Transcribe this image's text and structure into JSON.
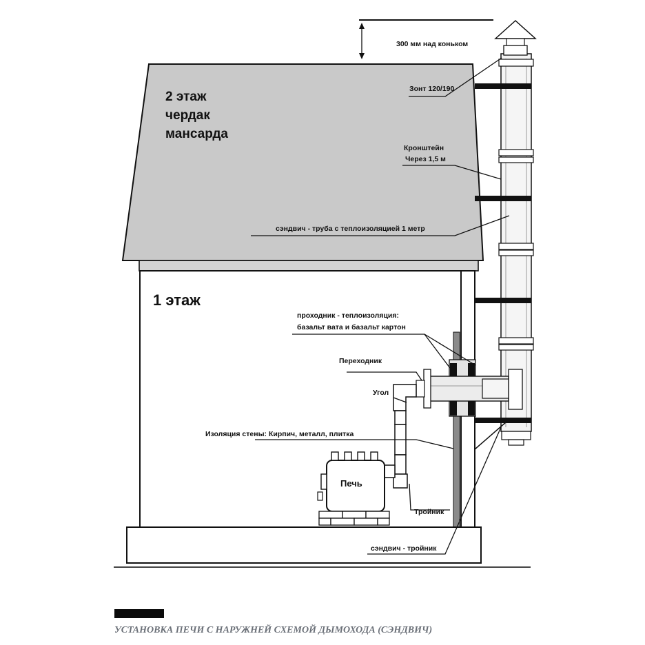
{
  "labels": {
    "floor2_line1": "2 этаж",
    "floor2_line2": "чердак",
    "floor2_line3": "мансарда",
    "floor1": "1 этаж",
    "above_ridge": "300 мм над коньком",
    "umbrella": "Зонт 120/190",
    "bracket_line1": "Кронштейн",
    "bracket_line2": "Через 1,5 м",
    "sandwich_pipe": "сэндвич - труба с теплоизоляцией 1 метр",
    "passage_line1": "проходник - теплоизоляция:",
    "passage_line2": "базальт вата и базальт картон",
    "adapter": "Переходник",
    "elbow": "Угол",
    "wall_insulation": "Изоляция стены: Кирпич, металл, плитка",
    "stove": "Печь",
    "tee": "Тройник",
    "sandwich_tee": "сэндвич - тройник"
  },
  "caption": "УСТАНОВКА ПЕЧИ С НАРУЖНЕЙ СХЕМОЙ ДЫМОХОДА (СЭНДВИЧ)",
  "colors": {
    "roof": "#c9c9c9",
    "outline": "#111111",
    "bracket": "#111111",
    "wall_insulation": "#8a8a8a",
    "caption": "#6b7078"
  }
}
